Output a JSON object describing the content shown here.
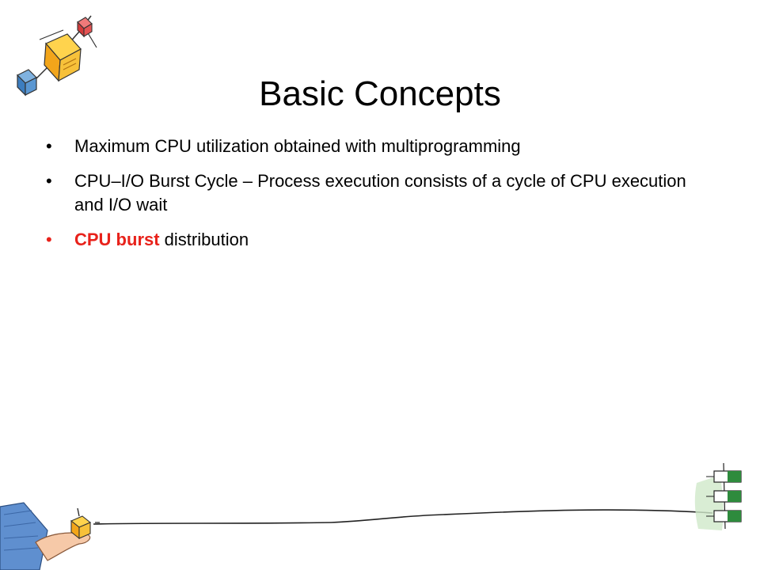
{
  "slide": {
    "title": "Basic Concepts",
    "bullet_char": "•",
    "bullets": [
      {
        "text": "Maximum CPU utilization obtained with multiprogramming"
      },
      {
        "text": "CPU–I/O Burst Cycle – Process execution consists of a cycle of CPU execution and I/O wait"
      },
      {
        "highlight": "CPU burst",
        "rest": " distribution",
        "highlight_color": "#e8221b"
      }
    ]
  },
  "decorations": {
    "top_left": "cubes-network-illustration",
    "bottom_left": "hand-holding-cube-illustration",
    "bottom_right": "stacked-cpu-boxes-illustration",
    "wire": "hand-drawn-connector-line"
  }
}
